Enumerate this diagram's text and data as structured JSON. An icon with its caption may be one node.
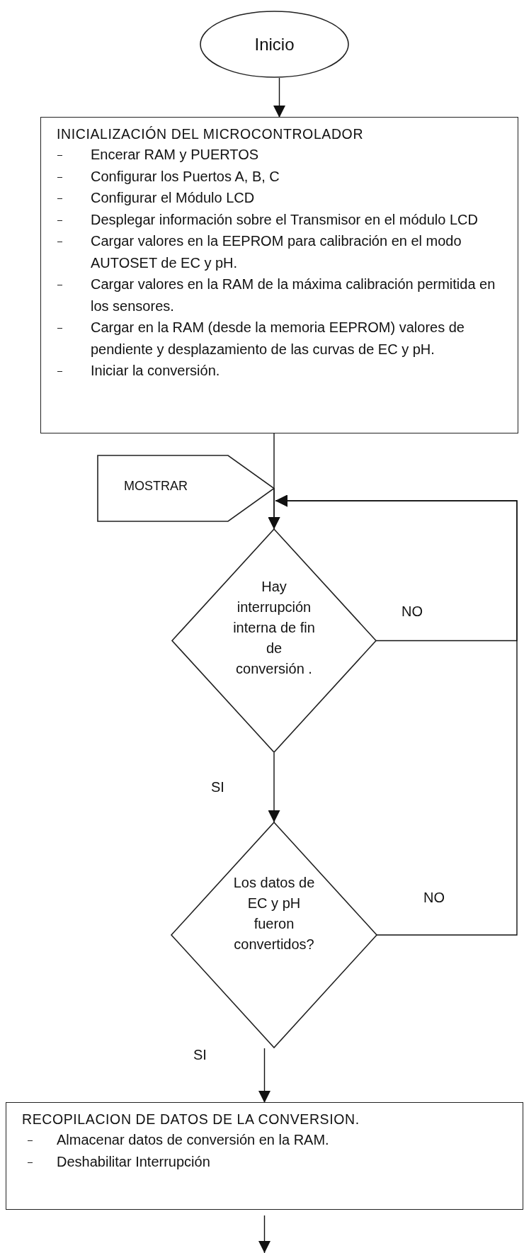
{
  "diagram": {
    "nodes": [
      {
        "text": [
          "Inicio"
        ]
      },
      {
        "text": [
          "INICIALIZACIÓN DEL MICROCONTROLADOR",
          "Encerar RAM y PUERTOS",
          "Configurar los Puertos A, B, C",
          "Configurar el Módulo LCD",
          "Desplegar información sobre el Transmisor en el módulo LCD",
          "Cargar valores en la EEPROM para calibración en el modo AUTOSET de EC y pH.",
          "Cargar valores en la RAM de la máxima calibración permitida en los sensores.",
          "Cargar en la RAM (desde la memoria EEPROM) valores de pendiente y desplazamiento de las curvas de EC y pH.",
          "Iniciar la conversión."
        ]
      },
      {
        "text": [
          "MOSTRAR"
        ]
      },
      {
        "text": [
          "Hay interrupción interna de fin de conversión ."
        ]
      },
      {
        "text": [
          "Los datos de EC y pH fueron convertidos?"
        ]
      },
      {
        "text": [
          "RECOPILACION DE DATOS DE LA CONVERSION.",
          "Almacenar datos de conversión en la RAM.",
          "Deshabilitar Interrupción"
        ]
      }
    ],
    "edges": [
      {
        "from": 0,
        "to": 1,
        "arrow": "to"
      },
      {
        "from": 1,
        "to": 3,
        "arrow": "to"
      },
      {
        "from": 2,
        "to": 3,
        "arrow": "to"
      },
      {
        "from": 3,
        "to": 3,
        "arrow": "to",
        "label": "NO"
      },
      {
        "from": 3,
        "to": 4,
        "arrow": "to",
        "label": "SI"
      },
      {
        "from": 4,
        "to": 3,
        "arrow": "to",
        "label": "NO"
      },
      {
        "from": 4,
        "to": 5,
        "arrow": "to",
        "label": "SI"
      },
      {
        "from": 5,
        "to": null,
        "arrow": "to"
      }
    ]
  }
}
